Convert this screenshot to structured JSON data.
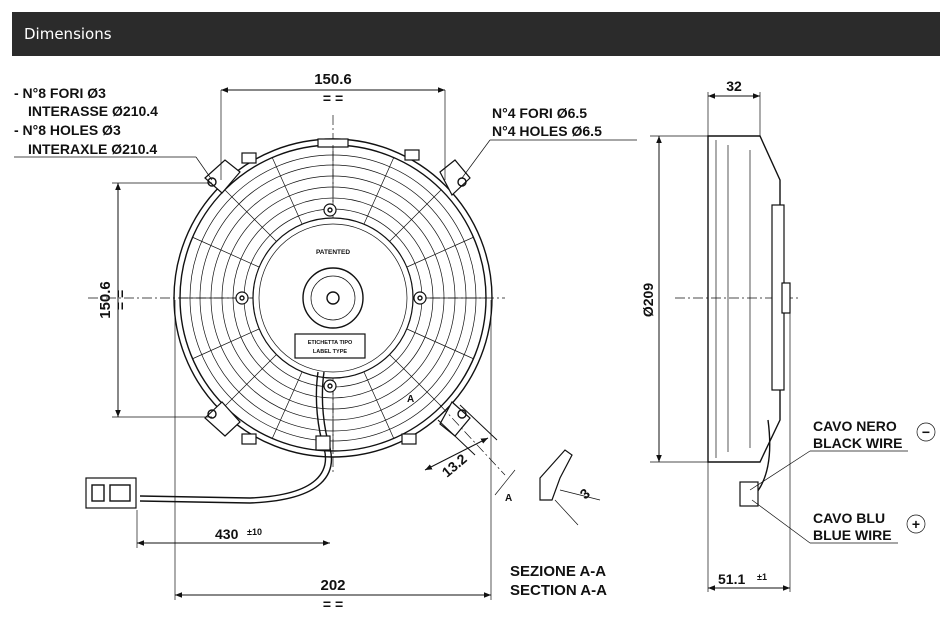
{
  "header": {
    "title": "Dimensions"
  },
  "front_view": {
    "dim_top": "150.6",
    "dim_left": "150.6",
    "dim_bottom": "202",
    "dim_cable": "430",
    "dim_cable_tol": "±10",
    "holes_it_1": "- N°8 FORI Ø3",
    "holes_it_2": "INTERASSE Ø210.4",
    "holes_en_1": "- N°8 HOLES Ø3",
    "holes_en_2": "INTERAXLE Ø210.4",
    "big_holes_it": "N°4 FORI Ø6.5",
    "big_holes_en": "N°4 HOLES Ø6.5",
    "patented": "PATENTED",
    "label_type_1": "ETICHETTA TIPO",
    "label_type_2": "LABEL TYPE",
    "section_mark": "A"
  },
  "section": {
    "dim_13": "13.2",
    "dim_3": "3",
    "mark": "A",
    "title_it": "SEZIONE A-A",
    "title_en": "SECTION A-A"
  },
  "side_view": {
    "dim_depth": "32",
    "dim_diameter": "Ø209",
    "dim_total": "51.1",
    "dim_total_tol": "±1",
    "black_wire_it": "CAVO NERO",
    "black_wire_en": "BLACK WIRE",
    "black_symbol": "−",
    "blue_wire_it": "CAVO BLU",
    "blue_wire_en": "BLUE WIRE",
    "blue_symbol": "+"
  }
}
